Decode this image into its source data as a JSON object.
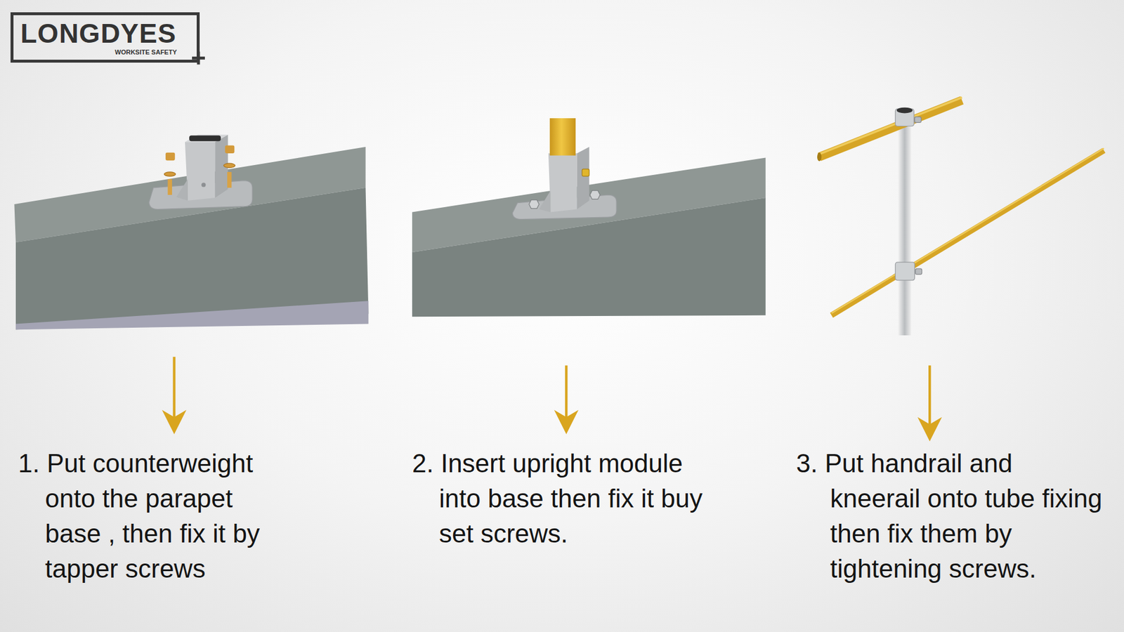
{
  "diagram": {
    "nodes": [
      {
        "text": [
          "LONGDYES",
          "WORKSITE SAFETY"
        ]
      }
    ],
    "labels": [
      "1. Put counterweight onto the parapet base , then fix it by tapper screws",
      "2. Insert upright module into base then fix it buy set screws.",
      "3. Put handrail and kneerail onto tube fixing then fix them by tightening screws."
    ]
  }
}
